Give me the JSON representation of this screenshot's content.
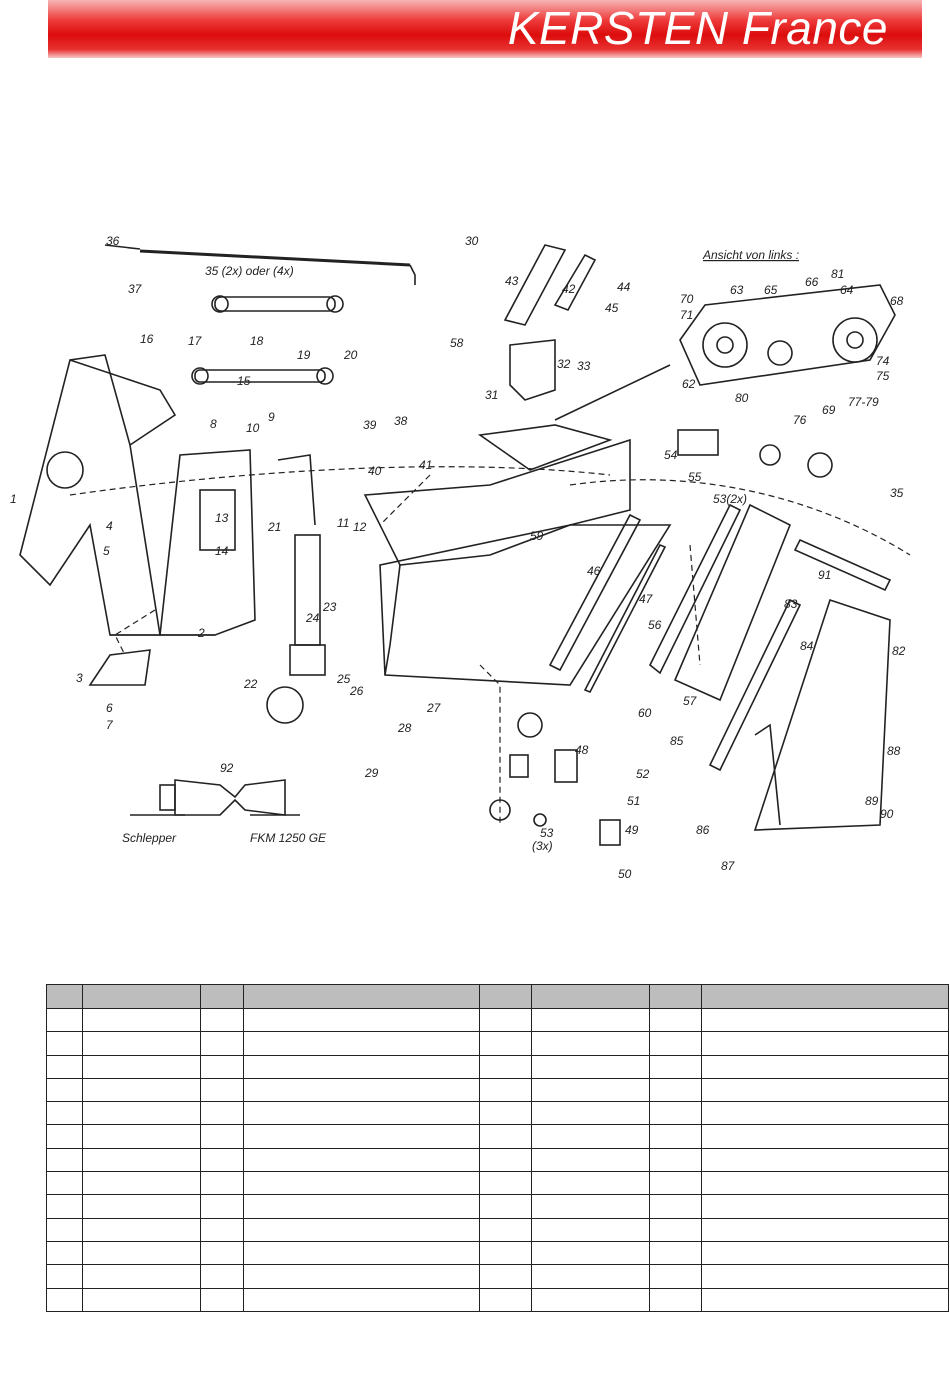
{
  "header": {
    "brand_title": "KERSTEN France"
  },
  "diagram": {
    "part_numbers": [
      "1",
      "2",
      "3",
      "4",
      "5",
      "6",
      "7",
      "8",
      "9",
      "10",
      "11",
      "12",
      "13",
      "14",
      "15",
      "16",
      "17",
      "18",
      "19",
      "20",
      "21",
      "22",
      "23",
      "24",
      "25",
      "26",
      "27",
      "28",
      "29",
      "30",
      "31",
      "32",
      "33",
      "35",
      "36",
      "37",
      "38",
      "39",
      "40",
      "41",
      "42",
      "43",
      "44",
      "45",
      "46",
      "47",
      "48",
      "49",
      "50",
      "51",
      "52",
      "53",
      "54",
      "55",
      "56",
      "57",
      "58",
      "59",
      "60",
      "62",
      "63",
      "64",
      "65",
      "66",
      "68",
      "69",
      "70",
      "71",
      "74",
      "75",
      "76",
      "77-79",
      "80",
      "81",
      "82",
      "83",
      "84",
      "85",
      "86",
      "87",
      "88",
      "89",
      "90",
      "91",
      "92"
    ],
    "annotations": {
      "cable_note": "35 (2x) oder (4x)",
      "view_note": "Ansicht von links :",
      "tractor_side": "Schlepper",
      "pto_model": "FKM 1250 GE",
      "qty_53_main": "53(2x)",
      "qty_53_lower": "(3x)",
      "part_5_label": "5",
      "part_44_label": "44",
      "part_91_label": "91"
    }
  },
  "parts_table": {
    "columns": [
      "",
      "",
      "",
      "",
      "",
      "",
      "",
      ""
    ],
    "rows": [
      [
        "",
        "",
        "",
        "",
        "",
        "",
        "",
        ""
      ],
      [
        "",
        "",
        "",
        "",
        "",
        "",
        "",
        ""
      ],
      [
        "",
        "",
        "",
        "",
        "",
        "",
        "",
        ""
      ],
      [
        "",
        "",
        "",
        "",
        "",
        "",
        "",
        ""
      ],
      [
        "",
        "",
        "",
        "",
        "",
        "",
        "",
        ""
      ],
      [
        "",
        "",
        "",
        "",
        "",
        "",
        "",
        ""
      ],
      [
        "",
        "",
        "",
        "",
        "",
        "",
        "",
        ""
      ],
      [
        "",
        "",
        "",
        "",
        "",
        "",
        "",
        ""
      ],
      [
        "",
        "",
        "",
        "",
        "",
        "",
        "",
        ""
      ],
      [
        "",
        "",
        "",
        "",
        "",
        "",
        "",
        ""
      ],
      [
        "",
        "",
        "",
        "",
        "",
        "",
        "",
        ""
      ],
      [
        "",
        "",
        "",
        "",
        "",
        "",
        "",
        ""
      ],
      [
        "",
        "",
        "",
        "",
        "",
        "",
        "",
        ""
      ]
    ]
  },
  "colors": {
    "banner_red": "#dc0d0d",
    "table_header_gray": "#bdbdbd",
    "line": "#222222"
  }
}
